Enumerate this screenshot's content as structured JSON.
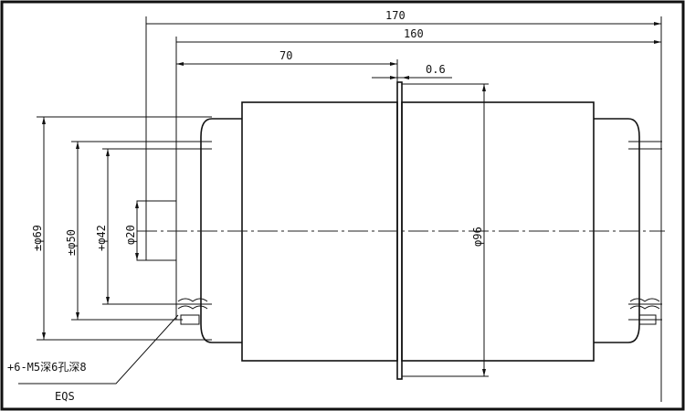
{
  "drawing": {
    "dimensions": {
      "overall_length": "170",
      "flange_span": "160",
      "to_flange": "70",
      "flange_thickness": "0.6",
      "flange_dia": "φ96",
      "hub_dia_outer": "±φ69",
      "hub_dia_mid": "±φ50",
      "hub_dia_inner": "+φ42",
      "bore_dia": "φ20"
    },
    "note": "+6-M5深6孔深8",
    "note_sub": "EQS"
  }
}
